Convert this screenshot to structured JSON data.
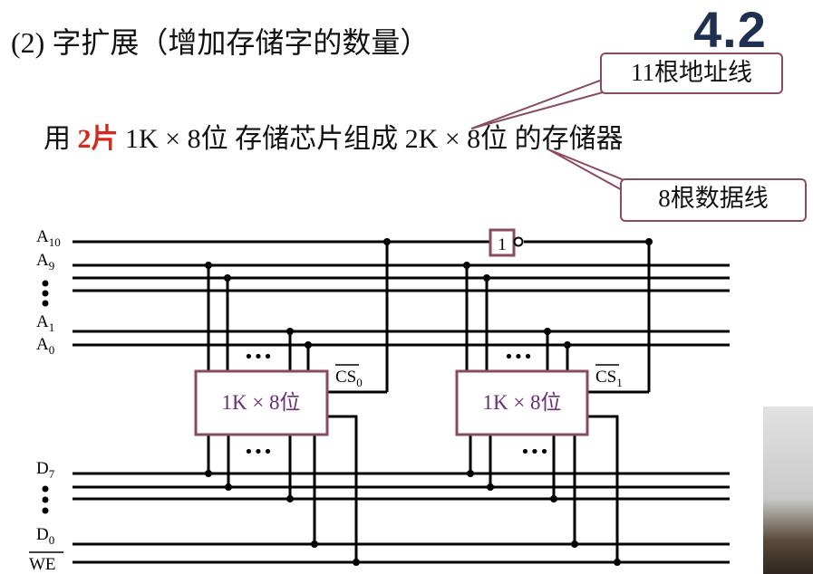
{
  "title": "(2) 字扩展（增加存储字的数量）",
  "section_number": "4.2",
  "sentence": {
    "prefix": "用 ",
    "highlight": "2片",
    "suffix": " 1K × 8位 存储芯片组成 2K × 8位 的存储器"
  },
  "callouts": {
    "address": "11根地址线",
    "data": "8根数据线"
  },
  "signals": {
    "a10": "A",
    "a10_sub": "10",
    "a9": "A",
    "a9_sub": "9",
    "a1": "A",
    "a1_sub": "1",
    "a0": "A",
    "a0_sub": "0",
    "d7": "D",
    "d7_sub": "7",
    "d0": "D",
    "d0_sub": "0",
    "we": "WE"
  },
  "chips": [
    {
      "label": "1K × 8位",
      "cs": "CS",
      "cs_sub": "0"
    },
    {
      "label": "1K × 8位",
      "cs": "CS",
      "cs_sub": "1"
    }
  ],
  "inverter": {
    "label": "1"
  },
  "ellipsis": "•••",
  "colors": {
    "highlight": "#d42a1e",
    "chip_border": "#8a4a62",
    "chip_text": "#6e2a78",
    "section_number": "#1f2f4f"
  }
}
